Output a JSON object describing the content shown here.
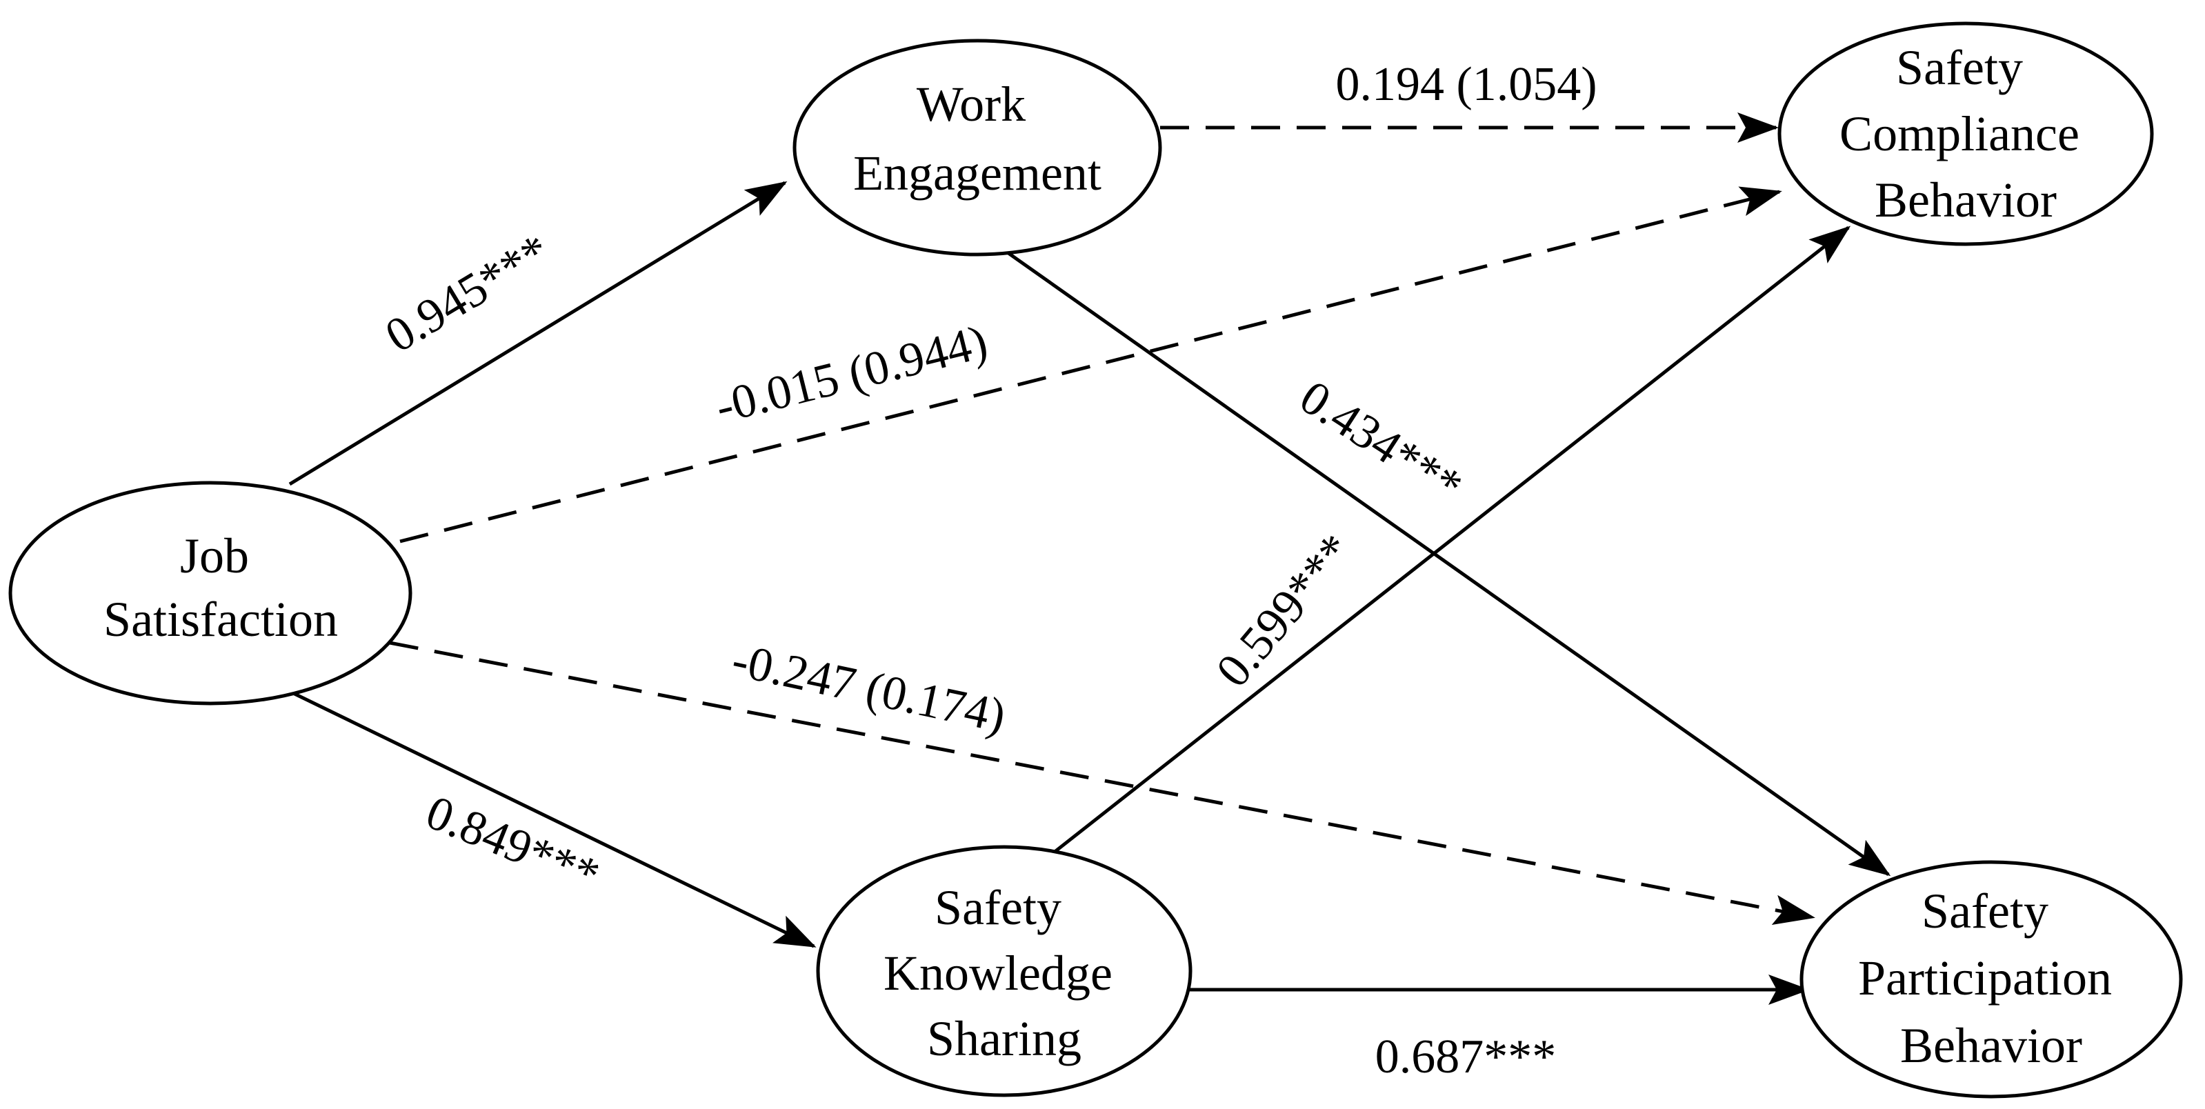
{
  "nodes": {
    "job_satisfaction": {
      "lines": [
        "Job",
        "Satisfaction"
      ]
    },
    "work_engagement": {
      "lines": [
        "Work",
        "Engagement"
      ]
    },
    "safety_knowledge_sharing": {
      "lines": [
        "Safety",
        "Knowledge",
        "Sharing"
      ]
    },
    "safety_compliance_behavior": {
      "lines": [
        "Safety",
        "Compliance",
        "Behavior"
      ]
    },
    "safety_participation_behavior": {
      "lines": [
        "Safety",
        "Participation",
        "Behavior"
      ]
    }
  },
  "paths": {
    "js_to_we": {
      "coefficient": "0.945***",
      "style": "solid"
    },
    "js_to_skcb": {
      "coefficient": "-0.015 (0.944)",
      "style": "dashed"
    },
    "js_to_spb": {
      "coefficient": "-0.247 (0.174)",
      "style": "dashed"
    },
    "js_to_sks": {
      "coefficient": "0.849***",
      "style": "solid"
    },
    "we_to_scb": {
      "coefficient": "0.194 (1.054)",
      "style": "dashed"
    },
    "we_to_spb": {
      "coefficient": "0.434***",
      "style": "solid"
    },
    "sks_to_scb": {
      "coefficient": "0.599***",
      "style": "solid"
    },
    "sks_to_spb": {
      "coefficient": "0.687***",
      "style": "solid"
    }
  },
  "colors": {
    "stroke": "#000000",
    "background": "#ffffff"
  }
}
